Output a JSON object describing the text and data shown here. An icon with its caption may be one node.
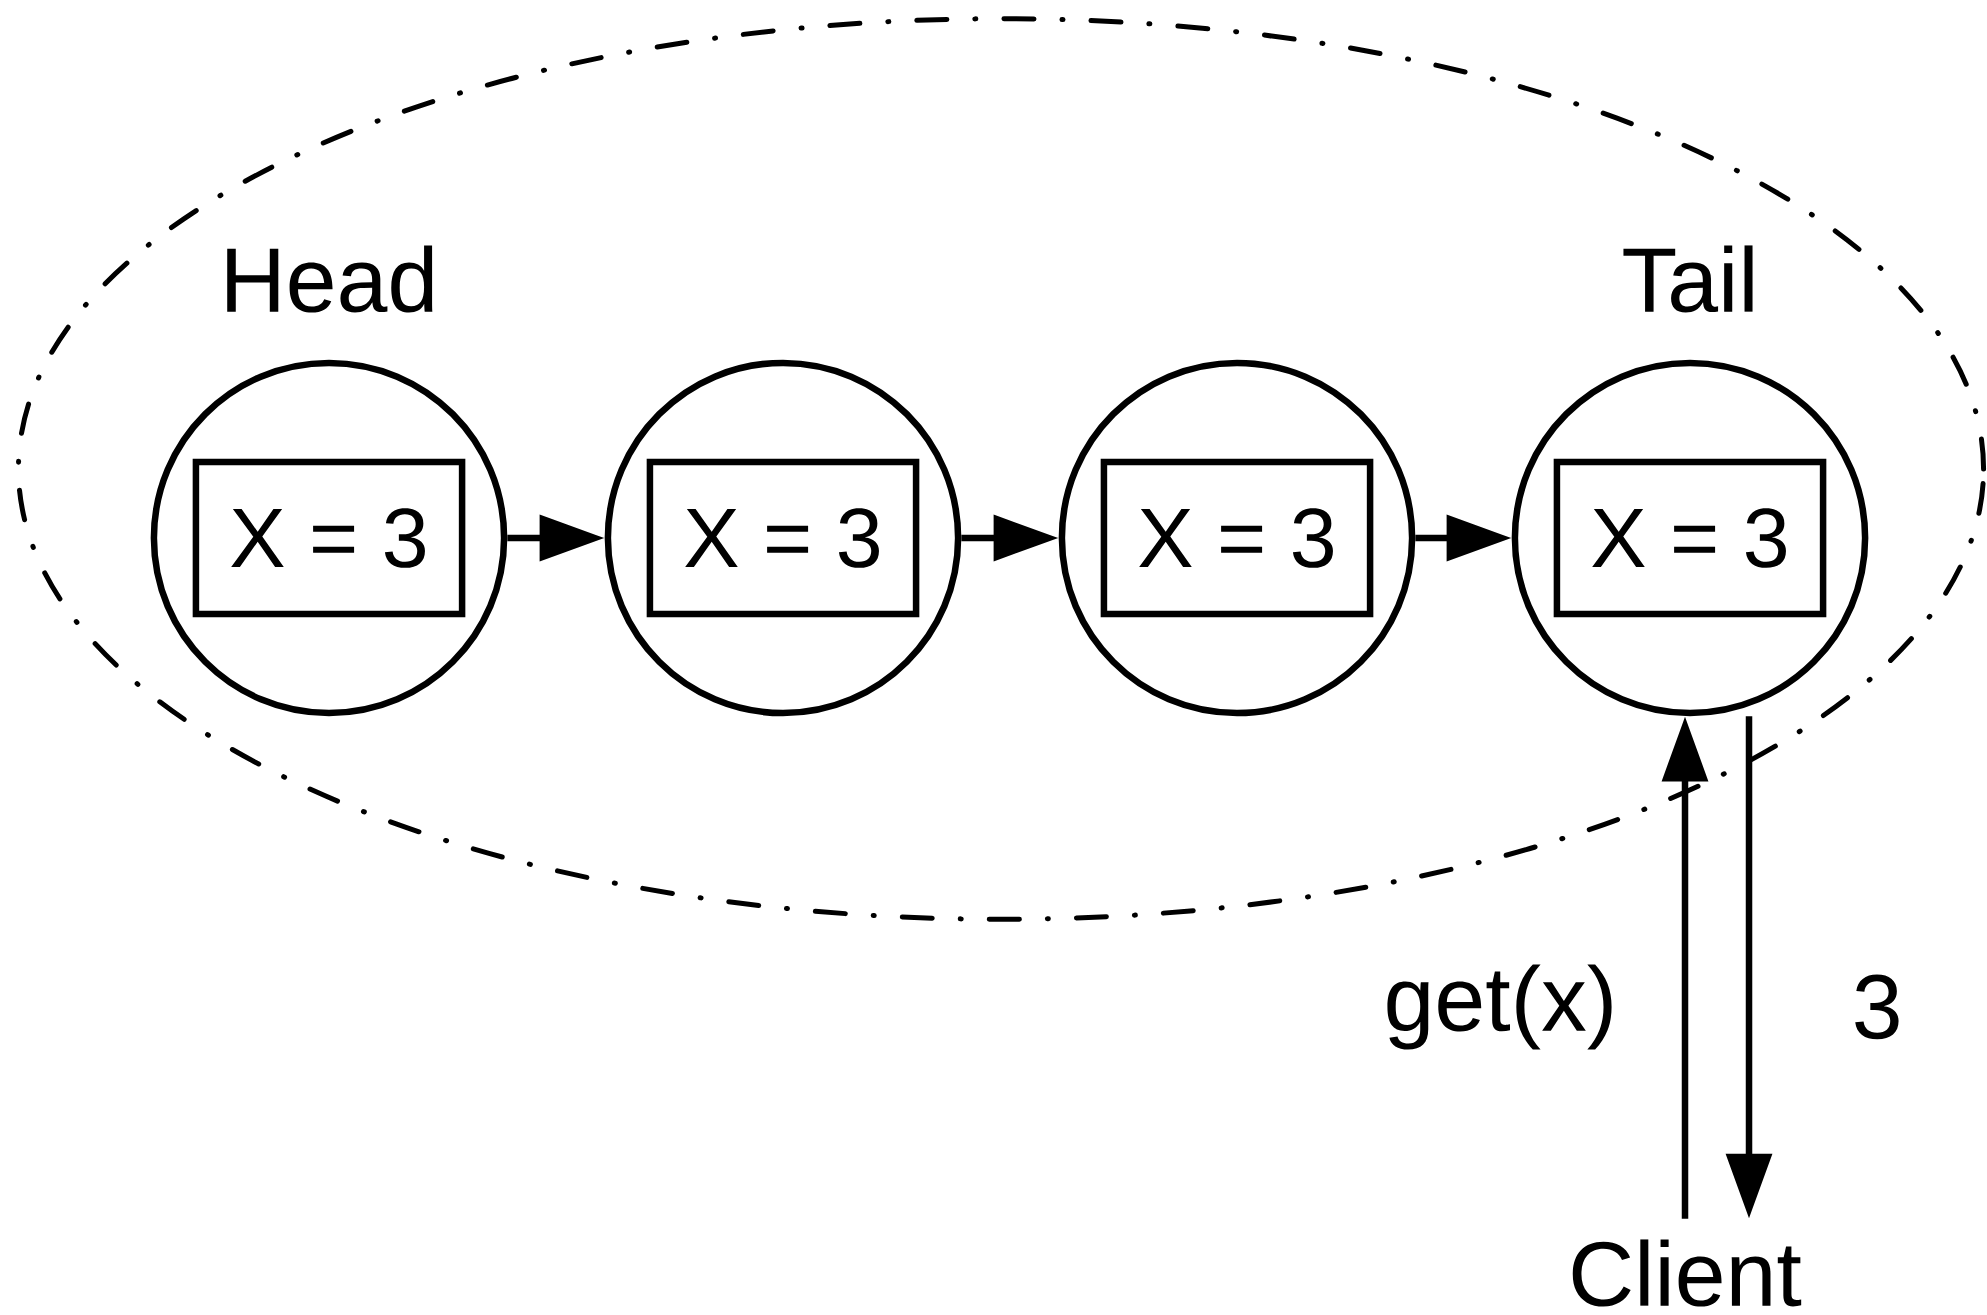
{
  "diagram": {
    "nodes": [
      {
        "text": [],
        "shape": "ellipse"
      },
      {
        "text": [
          "Head"
        ],
        "in": 0
      },
      {
        "text": [
          "X = 3"
        ],
        "in": 1
      },
      {
        "text": [],
        "shape": "circle",
        "in": 0
      },
      {
        "text": [
          "X = 3"
        ],
        "in": 3
      },
      {
        "text": [],
        "shape": "circle",
        "in": 0
      },
      {
        "text": [
          "X = 3"
        ],
        "in": 5
      },
      {
        "text": [
          "Tail"
        ],
        "in": 0
      },
      {
        "text": [
          "X = 3"
        ],
        "in": 7
      },
      {
        "text": [
          "Client"
        ]
      }
    ],
    "edges": [
      {
        "from": 1,
        "to": 3,
        "arrow": "to"
      },
      {
        "from": 3,
        "to": 5,
        "arrow": "to"
      },
      {
        "from": 5,
        "to": 7,
        "arrow": "to"
      },
      {
        "from": 9,
        "to": 7,
        "arrow": "to",
        "label": "get(x)"
      },
      {
        "from": 7,
        "to": 9,
        "arrow": "to",
        "label": "3"
      }
    ]
  }
}
